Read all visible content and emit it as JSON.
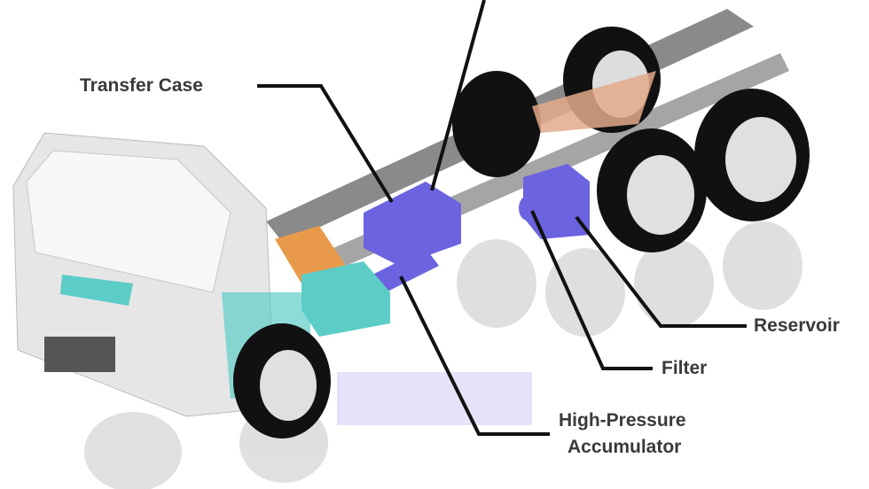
{
  "labels": {
    "transfer_case": "Transfer Case",
    "reservoir": "Reservoir",
    "filter": "Filter",
    "accumulator_line1": "High-Pressure",
    "accumulator_line2": "Accumulator"
  },
  "colors": {
    "component_purple": "#6b63e0",
    "cab": "#e6e6e6",
    "teal": "#5ccdc6",
    "orange": "#e89a4a",
    "tire": "#111111",
    "leader_line": "#111111"
  }
}
